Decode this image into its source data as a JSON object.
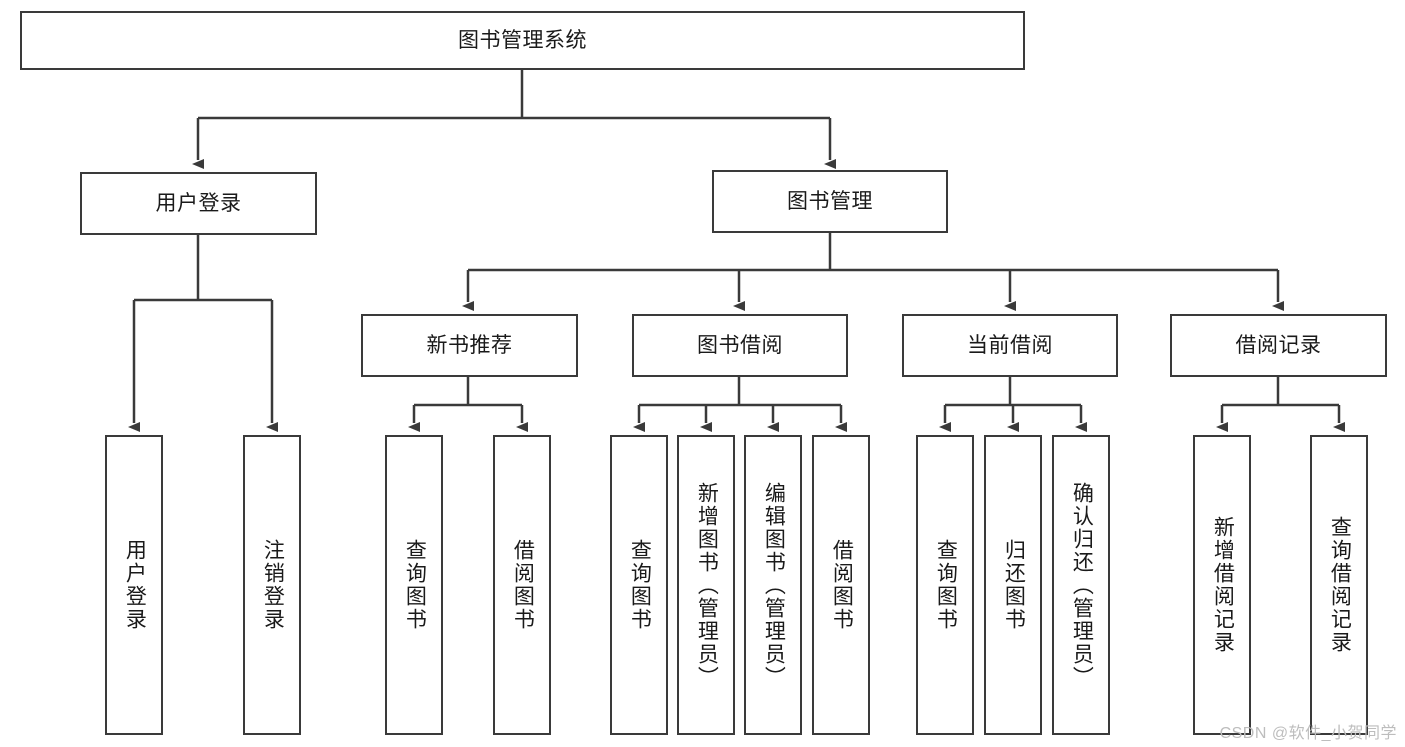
{
  "diagram": {
    "title_node": {
      "label": "图书管理系统"
    },
    "level2": [
      {
        "id": "user-login",
        "label": "用户登录"
      },
      {
        "id": "book-management",
        "label": "图书管理"
      }
    ],
    "level3": [
      {
        "id": "new-book-recommend",
        "label": "新书推荐"
      },
      {
        "id": "book-borrow",
        "label": "图书借阅"
      },
      {
        "id": "current-borrow",
        "label": "当前借阅"
      },
      {
        "id": "borrow-record",
        "label": "借阅记录"
      }
    ],
    "leaves": {
      "user_login": [
        {
          "id": "leaf-user-login",
          "label": "用户登录"
        },
        {
          "id": "leaf-logout-login",
          "label": "注销登录"
        }
      ],
      "new_book_recommend": [
        {
          "id": "leaf-query-book-1",
          "label": "查询图书"
        },
        {
          "id": "leaf-borrow-book-1",
          "label": "借阅图书"
        }
      ],
      "book_borrow": [
        {
          "id": "leaf-query-book-2",
          "label": "查询图书"
        },
        {
          "id": "leaf-add-book",
          "label": "新增图书（管理员）"
        },
        {
          "id": "leaf-edit-book",
          "label": "编辑图书（管理员）"
        },
        {
          "id": "leaf-borrow-book-2",
          "label": "借阅图书"
        }
      ],
      "current_borrow": [
        {
          "id": "leaf-query-book-3",
          "label": "查询图书"
        },
        {
          "id": "leaf-return-book",
          "label": "归还图书"
        },
        {
          "id": "leaf-confirm-return",
          "label": "确认归还（管理员）"
        }
      ],
      "borrow_record": [
        {
          "id": "leaf-add-record",
          "label": "新增借阅记录"
        },
        {
          "id": "leaf-query-record",
          "label": "查询借阅记录"
        }
      ]
    },
    "watermark": "CSDN @软件_小贺同学",
    "colors": {
      "stroke": "#3a3a3a",
      "background": "#ffffff",
      "text": "#1a1a1a",
      "watermark": "#bdbdbd"
    }
  }
}
